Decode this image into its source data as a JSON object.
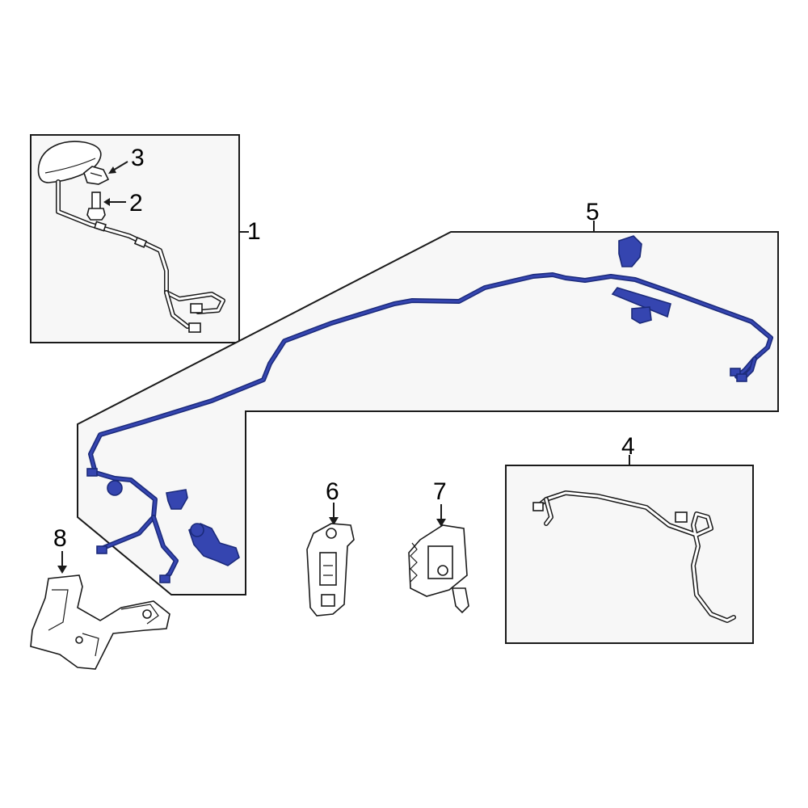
{
  "callouts": {
    "c1": "1",
    "c2": "2",
    "c3": "3",
    "c4": "4",
    "c5": "5",
    "c6": "6",
    "c7": "7",
    "c8": "8"
  },
  "colors": {
    "highlight": "#3545b0",
    "outline": "#1a1a1a",
    "panel": "#f7f7f7"
  }
}
